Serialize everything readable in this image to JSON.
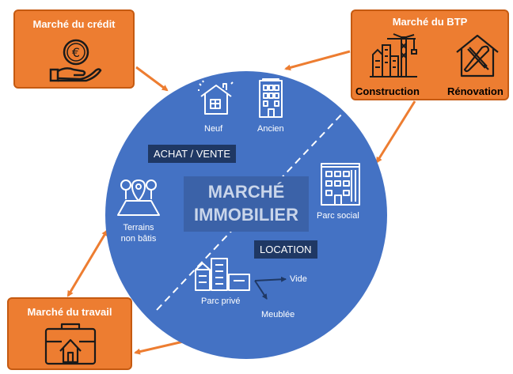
{
  "credit": {
    "title": "Marché du crédit",
    "icon": "hand-euro-coin-icon"
  },
  "btp": {
    "title": "Marché du BTP",
    "items": [
      {
        "label": "Construction",
        "icon": "construction-crane-icon"
      },
      {
        "label": "Rénovation",
        "icon": "renovation-tools-icon"
      }
    ]
  },
  "travail": {
    "title": "Marché du travail",
    "icon": "briefcase-house-icon"
  },
  "center": {
    "line1": "MARCHÉ",
    "line2": "IMMOBILIER"
  },
  "achat_vente": {
    "label": "ACHAT / VENTE",
    "items": [
      {
        "label": "Neuf",
        "icon": "new-house-icon"
      },
      {
        "label": "Ancien",
        "icon": "old-building-icon"
      }
    ]
  },
  "location": {
    "label": "LOCATION",
    "items": [
      {
        "label": "Parc social",
        "icon": "social-housing-icon"
      },
      {
        "label": "Parc privé",
        "icon": "private-housing-icon"
      },
      {
        "label": "Vide"
      },
      {
        "label": "Meublée"
      }
    ]
  },
  "terrains": {
    "line1": "Terrains",
    "line2": "non bâtis",
    "icon": "land-trees-icon"
  },
  "colors": {
    "box": "#ed7d31",
    "circle": "#4472c4",
    "tag": "#1f3864",
    "arrow": "#ed7d31"
  }
}
